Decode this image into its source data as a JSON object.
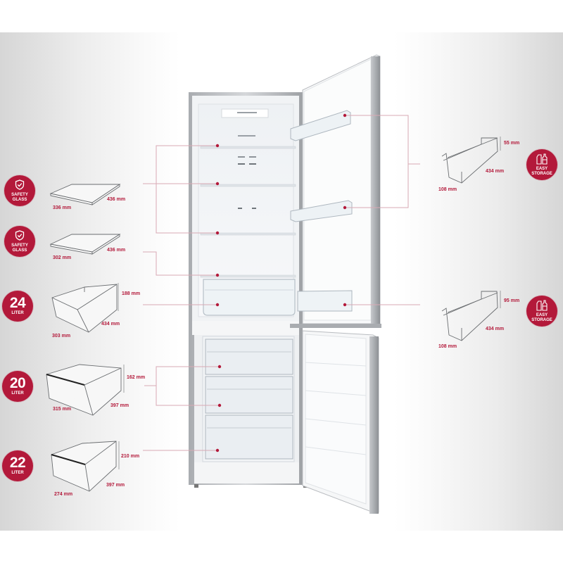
{
  "colors": {
    "accent": "#b3193a",
    "connector": "#d8a9b4",
    "fridge_frame": "#b9bcc0",
    "interior": "#f4f6f8"
  },
  "left_features": [
    {
      "id": "glass-shelf-1",
      "badge_icon": "shield-check-icon",
      "badge_lines": [
        "SAFETY",
        "GLASS"
      ],
      "item_icon": "glass-shelf-icon",
      "dimensions": {
        "width": "336 mm",
        "depth": "436 mm"
      }
    },
    {
      "id": "glass-shelf-2",
      "badge_icon": "shield-check-icon",
      "badge_lines": [
        "SAFETY",
        "GLASS"
      ],
      "item_icon": "glass-shelf-icon",
      "dimensions": {
        "width": "302 mm",
        "depth": "436 mm"
      }
    },
    {
      "id": "crisper-drawer",
      "badge_number": "24",
      "badge_unit": "LITER",
      "item_icon": "crisper-drawer-icon",
      "dimensions": {
        "width": "303 mm",
        "depth": "434 mm",
        "height": "188 mm"
      }
    },
    {
      "id": "freezer-drawer-upper",
      "badge_number": "20",
      "badge_unit": "LITER",
      "item_icon": "freezer-drawer-icon",
      "dimensions": {
        "width": "315 mm",
        "depth": "397 mm",
        "height": "162 mm"
      }
    },
    {
      "id": "freezer-drawer-lower",
      "badge_number": "22",
      "badge_unit": "LITER",
      "item_icon": "freezer-drawer-icon",
      "dimensions": {
        "width": "274 mm",
        "depth": "397 mm",
        "height": "210 mm"
      }
    }
  ],
  "right_features": [
    {
      "id": "door-balcony-small",
      "badge_icon": "bottles-icon",
      "badge_lines": [
        "EASY",
        "STORAGE"
      ],
      "item_icon": "door-balcony-icon",
      "dimensions": {
        "width": "108 mm",
        "length": "434 mm",
        "height": "55 mm"
      }
    },
    {
      "id": "door-balcony-large",
      "badge_icon": "bottles-icon",
      "badge_lines": [
        "EASY",
        "STORAGE"
      ],
      "item_icon": "door-balcony-icon",
      "dimensions": {
        "width": "108 mm",
        "length": "434 mm",
        "height": "95 mm"
      }
    }
  ]
}
